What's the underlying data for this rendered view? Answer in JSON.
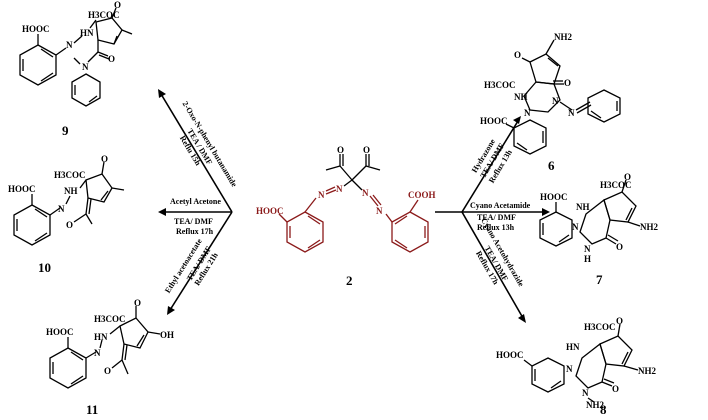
{
  "center": {
    "number": "2",
    "labels": {
      "acid_left": "HOOC",
      "acid_right": "COOH",
      "azo_n": "N",
      "carbonyl_o": "O"
    }
  },
  "compounds": {
    "c9": {
      "number": "9",
      "acid": "HOOC",
      "acetyl": "H3COC",
      "nh": "HN",
      "n1": "N",
      "n2": "N",
      "o_top": "O",
      "o_ring": "O"
    },
    "c10": {
      "number": "10",
      "acid": "HOOC",
      "acetyl": "H3COC",
      "nh": "NH",
      "n1": "N",
      "o_ring": "O",
      "o_top": "O"
    },
    "c11": {
      "number": "11",
      "acid": "HOOC",
      "acetyl": "H3COC",
      "nh": "HN",
      "n1": "N",
      "o_ring": "O",
      "o_top": "O",
      "oh": "OH"
    },
    "c6": {
      "number": "6",
      "acid": "HOOC",
      "acetyl": "H3COC",
      "nh": "NH",
      "n1": "N",
      "n2": "N",
      "n3": "N",
      "o_top": "O",
      "o_ring": "O",
      "nh2": "NH2"
    },
    "c7": {
      "number": "7",
      "acid": "HOOC",
      "acetyl": "H3COC",
      "nh": "NH",
      "n1": "N",
      "n2": "N",
      "h": "H",
      "o_top": "O",
      "o_ring": "O",
      "nh2": "NH2"
    },
    "c8": {
      "number": "8",
      "acid": "HOOC",
      "acetyl": "H3COC",
      "nh": "HN",
      "n1": "N",
      "n2": "N",
      "o_top": "O",
      "o_ring": "O",
      "nh2": "NH2",
      "nh2_b": "NH2"
    }
  },
  "conditions": {
    "to9": [
      "2-Oxo-N-phenyl butanamide",
      "TEA / DMF",
      "Reflu 15h"
    ],
    "to10": [
      "Acetyl Acetone",
      "TEA/ DMF",
      "Reflux 17h"
    ],
    "to11": [
      "Ethyl acetoacetate",
      "TEA/ DMF",
      "Reflux 21h"
    ],
    "to6": [
      "Hydrazone",
      "TEA/ DMF",
      "Reflux 13h"
    ],
    "to7": [
      "Cyano Acetamide",
      "TEA/ DMF",
      "Reflux 13h"
    ],
    "to8": [
      "Cyano Acetohydrazide",
      "TEA/ DMF",
      "Reflux 17h"
    ]
  }
}
